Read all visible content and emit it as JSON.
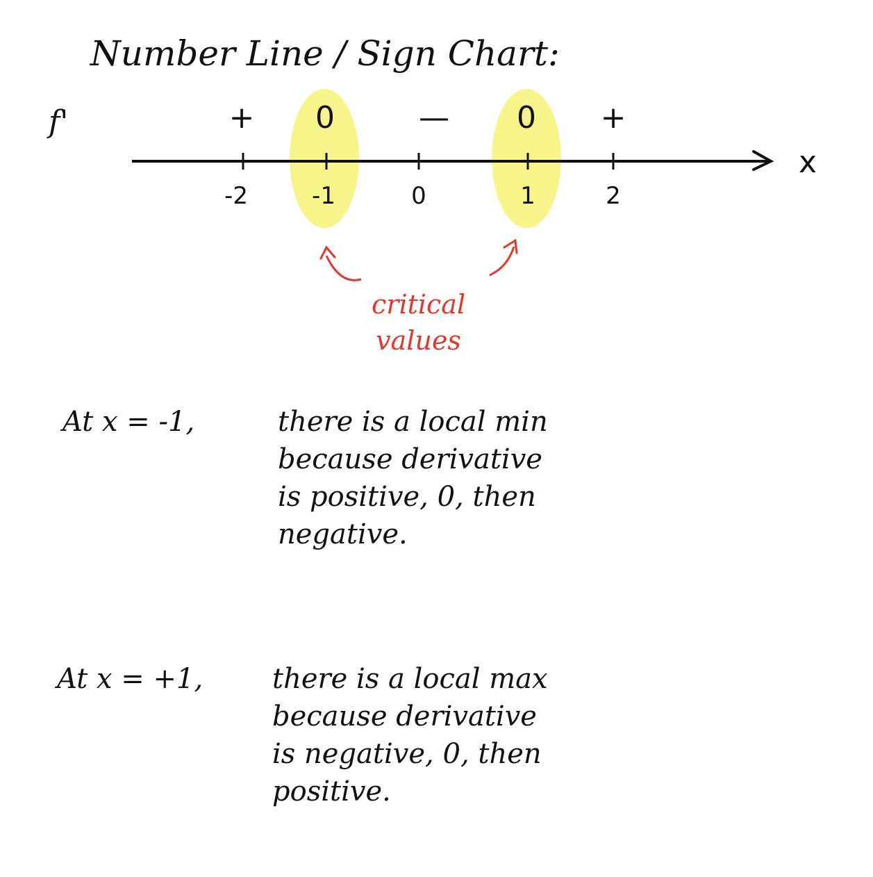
{
  "title": "Number Line / Sign Chart:",
  "fprime_label": "f'",
  "signs": [
    "+",
    "0",
    "—",
    "0",
    "+"
  ],
  "ticks": [
    "-2",
    "-1",
    "0",
    "1",
    "2"
  ],
  "axis_label": "x",
  "annotation": {
    "line1": "critical",
    "line2": "values",
    "color": "#e8352a"
  },
  "highlight_color": "#f7f48a",
  "paragraph1": {
    "lead": "At x = -1,",
    "lines": [
      "there is a local min",
      "because derivative",
      "is positive, 0, then",
      "negative."
    ]
  },
  "paragraph2": {
    "lead": "At x = +1,",
    "lines": [
      "there is a local max",
      "because derivative",
      "is negative, 0, then",
      "positive."
    ]
  }
}
